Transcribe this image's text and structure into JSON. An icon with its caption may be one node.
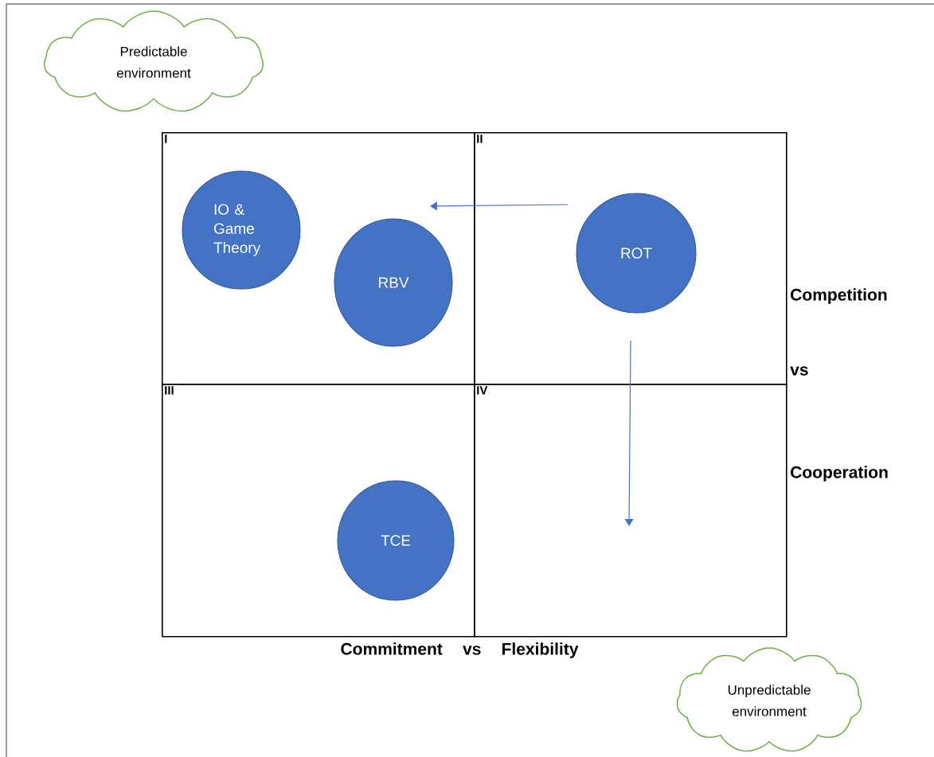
{
  "diagram": {
    "nodes": [
      {
        "text": [
          "Predictable environment"
        ]
      },
      {
        "text": [
          "I"
        ]
      },
      {
        "text": [
          "IO & Game Theory"
        ],
        "in": 1
      },
      {
        "text": [
          "RBV"
        ],
        "in": 1
      },
      {
        "text": [
          "II"
        ]
      },
      {
        "text": [
          "ROT"
        ],
        "in": 4
      },
      {
        "text": [
          "III"
        ]
      },
      {
        "text": [
          "TCE"
        ],
        "in": 6
      },
      {
        "text": [
          "IV"
        ]
      },
      {
        "text": [
          "Unpredictable environment"
        ]
      }
    ],
    "edges": [],
    "labels": [
      "Competition",
      "vs",
      "Cooperation",
      "Commitment vs Flexibility"
    ]
  }
}
